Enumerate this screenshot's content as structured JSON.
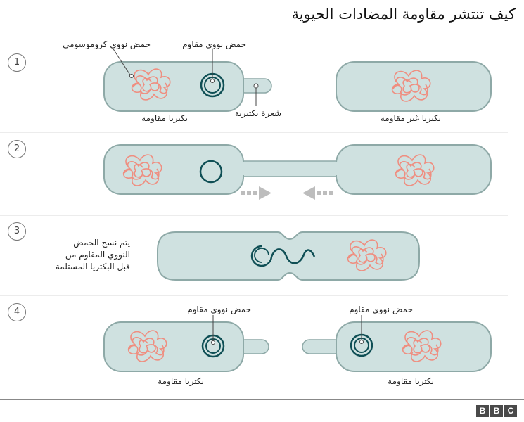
{
  "title": "كيف تنتشر مقاومة المضادات الحيوية",
  "steps": [
    {
      "number": "1"
    },
    {
      "number": "2"
    },
    {
      "number": "3"
    },
    {
      "number": "4"
    }
  ],
  "labels": {
    "chromosomal_dna": "حمض نووي كروموسومي",
    "resistant_dna": "حمض نووي مقاوم",
    "resistant_bacteria": "بكتريا مقاومة",
    "pilus": "شعرة بكتيرية",
    "non_resistant_bacteria": "بكتريا غير مقاومة",
    "copy_note_line1": "يتم نسخ الحمض",
    "copy_note_line2": "النووي المقاوم من",
    "copy_note_line3": "قبل البكتريا المستلمة",
    "step4_dna_left": "حمض نووي مقاوم",
    "step4_dna_right": "حمض نووي مقاوم",
    "step4_bacteria_left": "بكتريا مقاومة",
    "step4_bacteria_right": "بكتريا مقاومة"
  },
  "logo": [
    "B",
    "B",
    "C"
  ],
  "colors": {
    "cell_fill": "#cfe1e0",
    "cell_stroke": "#8ea9a7",
    "dna_chromosome": "#ef8e80",
    "plasmid": "#0f4f55",
    "arrow": "#bdbdbd",
    "divider": "#d9d9d9"
  }
}
